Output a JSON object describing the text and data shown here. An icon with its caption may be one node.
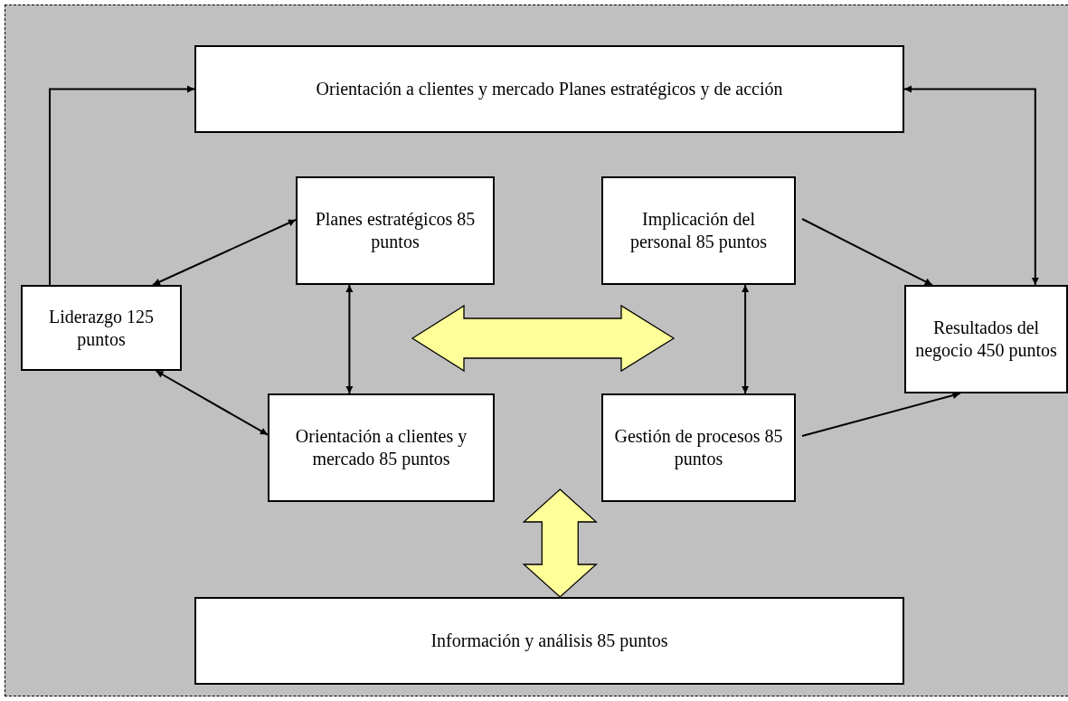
{
  "diagram": {
    "nodes": [
      {
        "text": [
          "Orientación a clientes y mercado Planes estratégicos y de acción"
        ]
      },
      {
        "text": [
          "Planes estratégicos 85 puntos"
        ]
      },
      {
        "text": [
          "Implicación del personal 85 puntos"
        ]
      },
      {
        "text": [
          "Liderazgo 125 puntos"
        ]
      },
      {
        "text": [
          "Resultados del negocio 450 puntos"
        ]
      },
      {
        "text": [
          "Orientación a clientes y mercado 85 puntos"
        ]
      },
      {
        "text": [
          "Gestión de procesos 85 puntos"
        ]
      },
      {
        "text": [
          "Información y análisis 85 puntos"
        ]
      }
    ],
    "edges": [
      {
        "from": 3,
        "to": 0,
        "arrow": "to"
      },
      {
        "from": 0,
        "to": 4,
        "arrow": "both"
      },
      {
        "from": 3,
        "to": 1,
        "arrow": "both"
      },
      {
        "from": 3,
        "to": 5,
        "arrow": "both"
      },
      {
        "from": 1,
        "to": 5,
        "arrow": "both"
      },
      {
        "from": 2,
        "to": 4,
        "arrow": "to"
      },
      {
        "from": 2,
        "to": 6,
        "arrow": "both"
      },
      {
        "from": 6,
        "to": 4,
        "arrow": "to"
      },
      {
        "from": null,
        "to": 7,
        "arrow": "both",
        "style": "thick",
        "color": "#ffff99"
      }
    ]
  }
}
